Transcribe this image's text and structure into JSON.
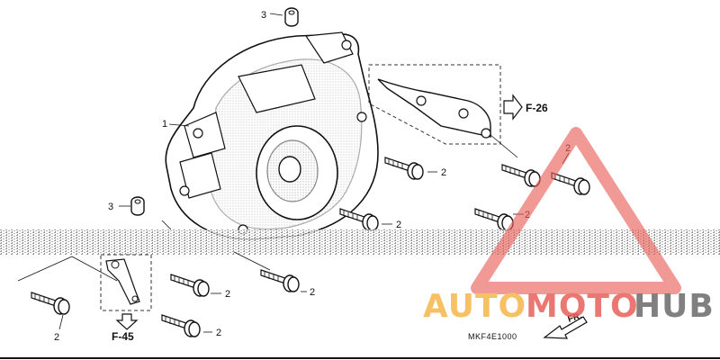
{
  "callouts": {
    "c1": "1",
    "c3_top": "3",
    "c3_mid": "3",
    "c2_a": "2",
    "c2_b": "2",
    "c2_c": "2",
    "c2_d": "2",
    "c2_e": "2",
    "c2_f": "2",
    "c2_g": "2",
    "c2_h": "2",
    "c2_i": "2"
  },
  "refs": {
    "f26": "F-26",
    "f45": "F-45",
    "front": "FR."
  },
  "diagram_code": "MKF4E1000",
  "watermark": {
    "part1": "AUTO",
    "part2": "MOTO",
    "part3": "HUB",
    "colors": {
      "orange": "#f5b74a",
      "red": "#e8605a",
      "gray": "#6b6b6b"
    }
  }
}
